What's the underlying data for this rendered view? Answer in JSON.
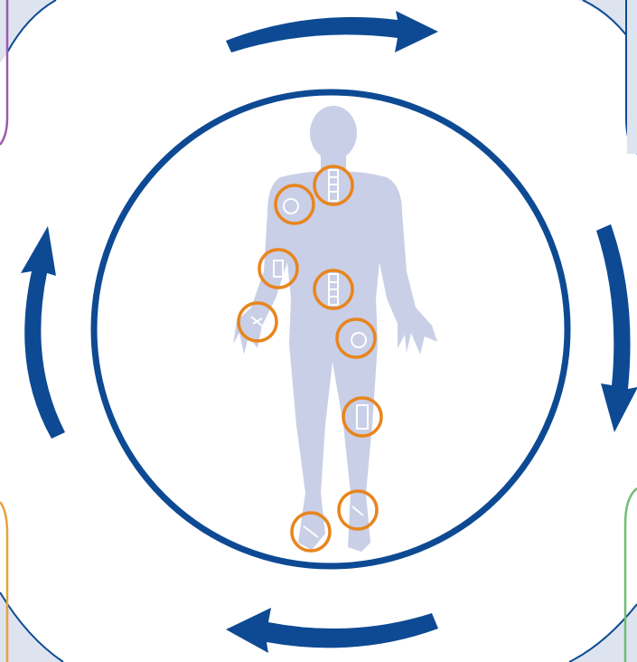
{
  "colors": {
    "primary_blue": "#0d4a93",
    "corner_fill": "#dde3ef",
    "body_fill": "#c9cfe6",
    "joint_orange": "#e8851f",
    "panel_purple": "#9b5ab0",
    "panel_orange": "#e8a23a",
    "panel_green": "#6fbe73",
    "panel_blue": "#0d4a93"
  },
  "icons": {
    "cycle_arrows": "clockwise-arrows-icon",
    "human_body": "human-body-icon",
    "joints": "joint-ring-icon"
  },
  "joints": [
    "cervical-spine",
    "right-shoulder",
    "right-elbow",
    "right-wrist",
    "lumbar-spine",
    "left-hip",
    "left-knee",
    "left-ankle",
    "right-foot"
  ]
}
